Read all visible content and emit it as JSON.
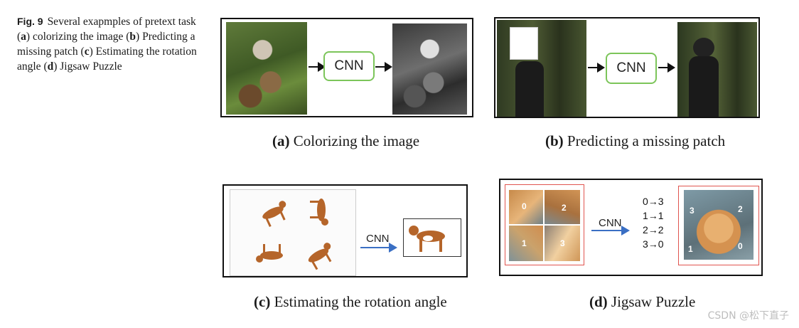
{
  "figure": {
    "label": "Fig. 9",
    "caption_parts": [
      "Several exapmples of pretext task (",
      "a",
      ") colorizing the image (",
      "b",
      ") Predicting a missing patch (",
      "c",
      ") Estimating the rotation angle (",
      "d",
      ") Jigsaw Puzzle"
    ]
  },
  "panels": {
    "a": {
      "letter": "(a)",
      "title": "Colorizing the image",
      "cnn": "CNN"
    },
    "b": {
      "letter": "(b)",
      "title": "Predicting a missing patch",
      "cnn": "CNN"
    },
    "c": {
      "letter": "(c)",
      "title": "Estimating the rotation angle",
      "cnn": "CNN"
    },
    "d": {
      "letter": "(d)",
      "title": "Jigsaw Puzzle",
      "cnn": "CNN",
      "mapping": [
        "0→3",
        "1→1",
        "2→2",
        "3→0"
      ],
      "tile_numbers": [
        "0",
        "2",
        "1",
        "3"
      ],
      "result_numbers": [
        "3",
        "2",
        "1",
        "0"
      ]
    }
  },
  "watermark": "CSDN @松下直子"
}
